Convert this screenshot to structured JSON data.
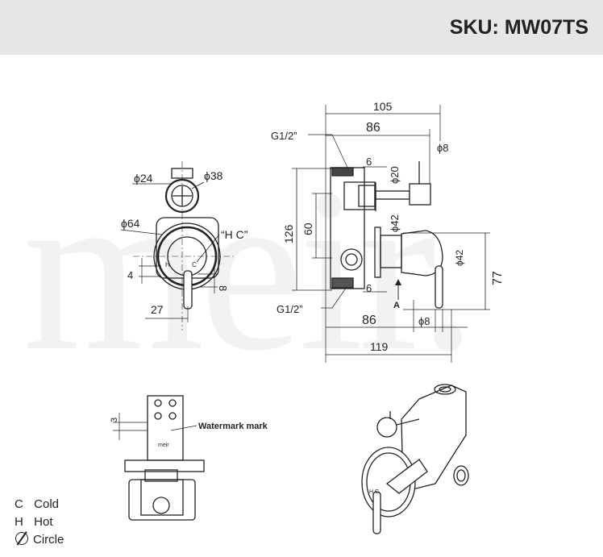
{
  "header": {
    "sku": "SKU: MW07TS"
  },
  "watermark": "meir.",
  "dimensions": {
    "d105": "105",
    "d86_top": "86",
    "g12_top": "G1/2”",
    "d6_top": "6",
    "d20": "ϕ20",
    "d8_top": "ϕ8",
    "d126": "126",
    "d60": "60",
    "d42_mid": "ϕ42",
    "d42_right": "ϕ42",
    "d77": "77",
    "d6_bot": "6",
    "arrow_a": "A",
    "g12_bot": "G1/2”",
    "d86_bot": "86",
    "d8_bot": "ϕ8",
    "d119": "119",
    "d24": "ϕ24",
    "d38": "ϕ38",
    "d64": "ϕ64",
    "hc": "“H C”",
    "d4": "4",
    "d8_left": "8",
    "d27": "27",
    "d3": "3",
    "watermark_mark": "Watermark mark"
  },
  "legend": [
    {
      "code": "C",
      "text": "Cold"
    },
    {
      "code": "H",
      "text": "Hot"
    },
    {
      "code": "",
      "text": "Circle"
    }
  ]
}
